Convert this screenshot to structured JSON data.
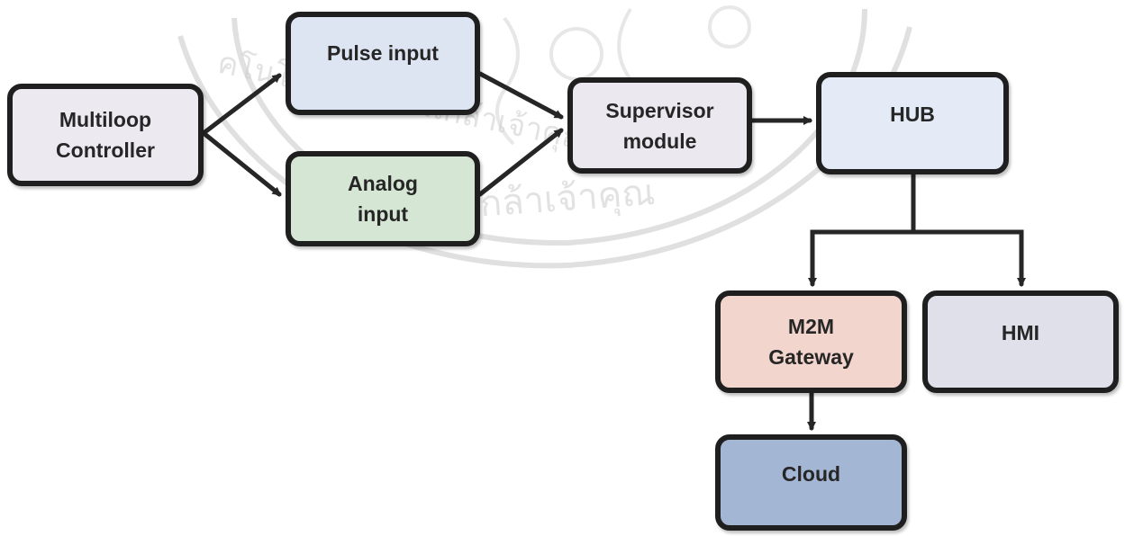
{
  "nodes": {
    "multiloop": {
      "label": "Multiloop\nController",
      "fill": "#ece9f1"
    },
    "pulse": {
      "label": "Pulse input",
      "fill": "#dde5f3"
    },
    "analog": {
      "label": "Analog\ninput",
      "fill": "#d6e6d4"
    },
    "supervisor": {
      "label": "Supervisor\nmodule",
      "fill": "#ebe8ef"
    },
    "hub": {
      "label": "HUB",
      "fill": "#e4ebf7"
    },
    "m2m": {
      "label": "M2M\nGateway",
      "fill": "#f2d5cc"
    },
    "hmi": {
      "label": "HMI",
      "fill": "#dfe0ea"
    },
    "cloud": {
      "label": "Cloud",
      "fill": "#a3b6d3"
    }
  },
  "edge_color": "#262626",
  "watermark": {
    "kind": "university-seal",
    "color": "#c7c7c7",
    "text_top": "คโนโลยีพระจอมเกล้าเจ้าคุณทหาร",
    "text_bottom": "อมเกล้าเจ้าคุณ"
  }
}
